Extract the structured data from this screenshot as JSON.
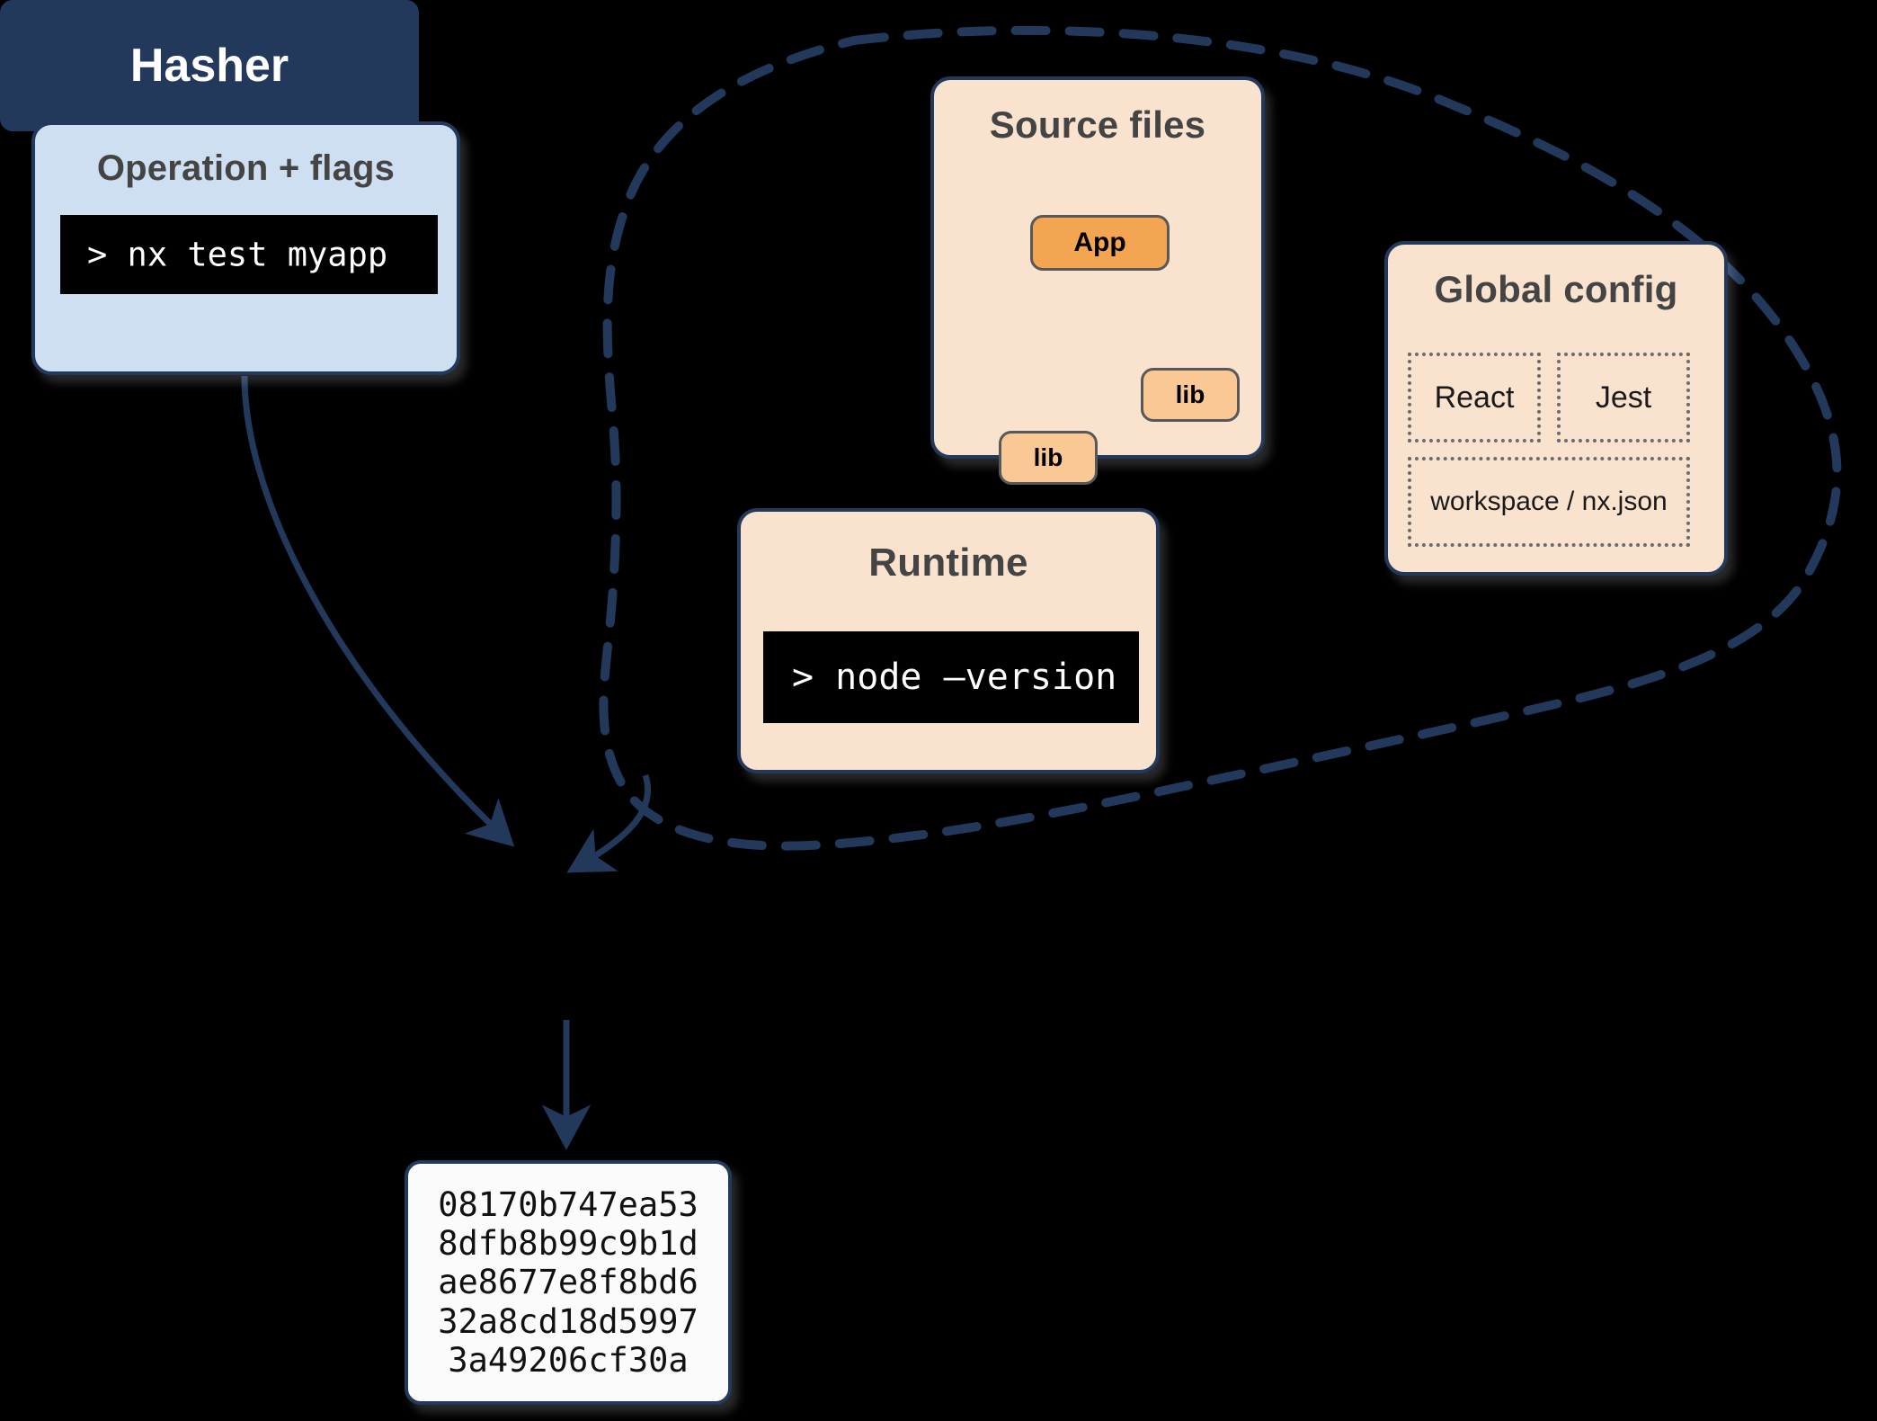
{
  "colors": {
    "background": "#000000",
    "stroke": "#22395c",
    "blue_card": "#cfdff2",
    "peach_card": "#fae3ce",
    "orange_app": "#f3a552",
    "orange_lib": "#f9c894",
    "navy_fill": "#22395c",
    "title_text": "#444444",
    "terminal_bg": "#000000",
    "terminal_text": "#ffffff"
  },
  "operation": {
    "title": "Operation + flags",
    "terminal_command": "> nx test myapp"
  },
  "source_files": {
    "title": "Source files",
    "nodes": [
      {
        "label": "App"
      },
      {
        "label": "lib"
      },
      {
        "label": "lib"
      }
    ]
  },
  "global_config": {
    "title": "Global config",
    "items": [
      {
        "label": "React"
      },
      {
        "label": "Jest"
      },
      {
        "label": "workspace / nx.json"
      }
    ]
  },
  "runtime": {
    "title": "Runtime",
    "terminal_command": "> node –version"
  },
  "hasher": {
    "label": "Hasher"
  },
  "hash_output": {
    "lines": [
      "08170b747ea53",
      "8dfb8b99c9b1d",
      "ae8677e8f8bd6",
      "32a8cd18d5997",
      "3a49206cf30a"
    ]
  }
}
